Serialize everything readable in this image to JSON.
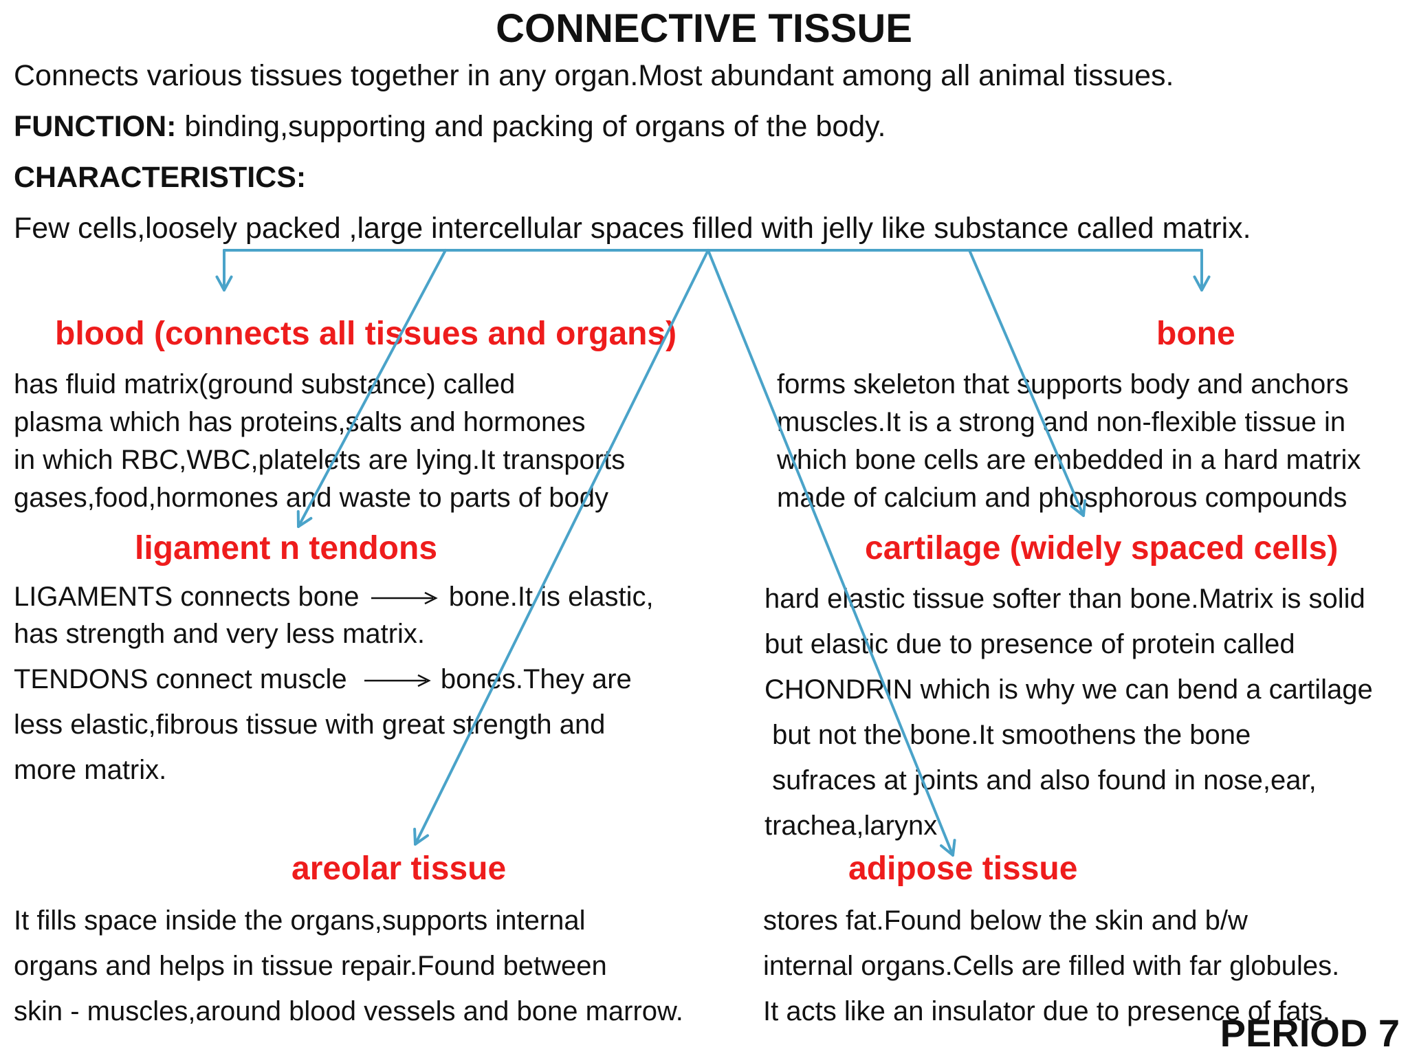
{
  "title": "CONNECTIVE TISSUE",
  "intro": {
    "line1": "Connects various tissues together in any organ.Most abundant among all animal tissues.",
    "function_label": "FUNCTION:",
    "function_text": " binding,supporting and packing of organs of the body.",
    "characteristics_label": "CHARACTERISTICS:",
    "characteristics_text": "Few cells,loosely packed ,large intercellular spaces filled with jelly like substance called matrix."
  },
  "sections": {
    "blood": {
      "heading": "blood (connects all tissues and organs)",
      "lines": [
        "has fluid matrix(ground substance) called",
        "plasma which has proteins,salts and hormones",
        "in which RBC,WBC,platelets are lying.It transports",
        "gases,food,hormones and waste to parts of body"
      ]
    },
    "bone": {
      "heading": "bone",
      "lines": [
        "forms skeleton that supports body and anchors",
        "muscles.It is a strong and non-flexible tissue in",
        "which bone cells are embedded in a hard matrix",
        "made of calcium and phosphorous compounds"
      ]
    },
    "ligament": {
      "heading": "ligament n tendons",
      "line1_a": "LIGAMENTS connects bone",
      "line1_b": "bone.It is elastic,",
      "line2": "has strength and very less matrix.",
      "line3_a": "TENDONS connect  muscle",
      "line3_b": "bones.They are",
      "line4": "less elastic,fibrous tissue with great strength and",
      "line5": "more  matrix."
    },
    "cartilage": {
      "heading": "cartilage (widely spaced cells)",
      "lines": [
        "hard elastic tissue softer than bone.Matrix is solid",
        "but  elastic due to presence of  protein called",
        "CHONDRIN which is why we can bend a cartilage",
        " but not the bone.It smoothens the bone",
        " sufraces at joints and also found in nose,ear,",
        "trachea,larynx"
      ]
    },
    "areolar": {
      "heading": "areolar tissue",
      "lines": [
        "It fills space inside the organs,supports internal",
        "organs and helps in tissue repair.Found between",
        "skin - muscles,around blood vessels and bone marrow."
      ]
    },
    "adipose": {
      "heading": "adipose tissue",
      "lines": [
        "stores fat.Found below the skin and b/w",
        "internal organs.Cells are filled with far globules.",
        "It acts like an insulator due to presence of fats."
      ]
    }
  },
  "footer": "PERIOD 7",
  "colors": {
    "heading": "#ee1c1c",
    "arrow": "#4aa3c9",
    "text": "#111111"
  }
}
